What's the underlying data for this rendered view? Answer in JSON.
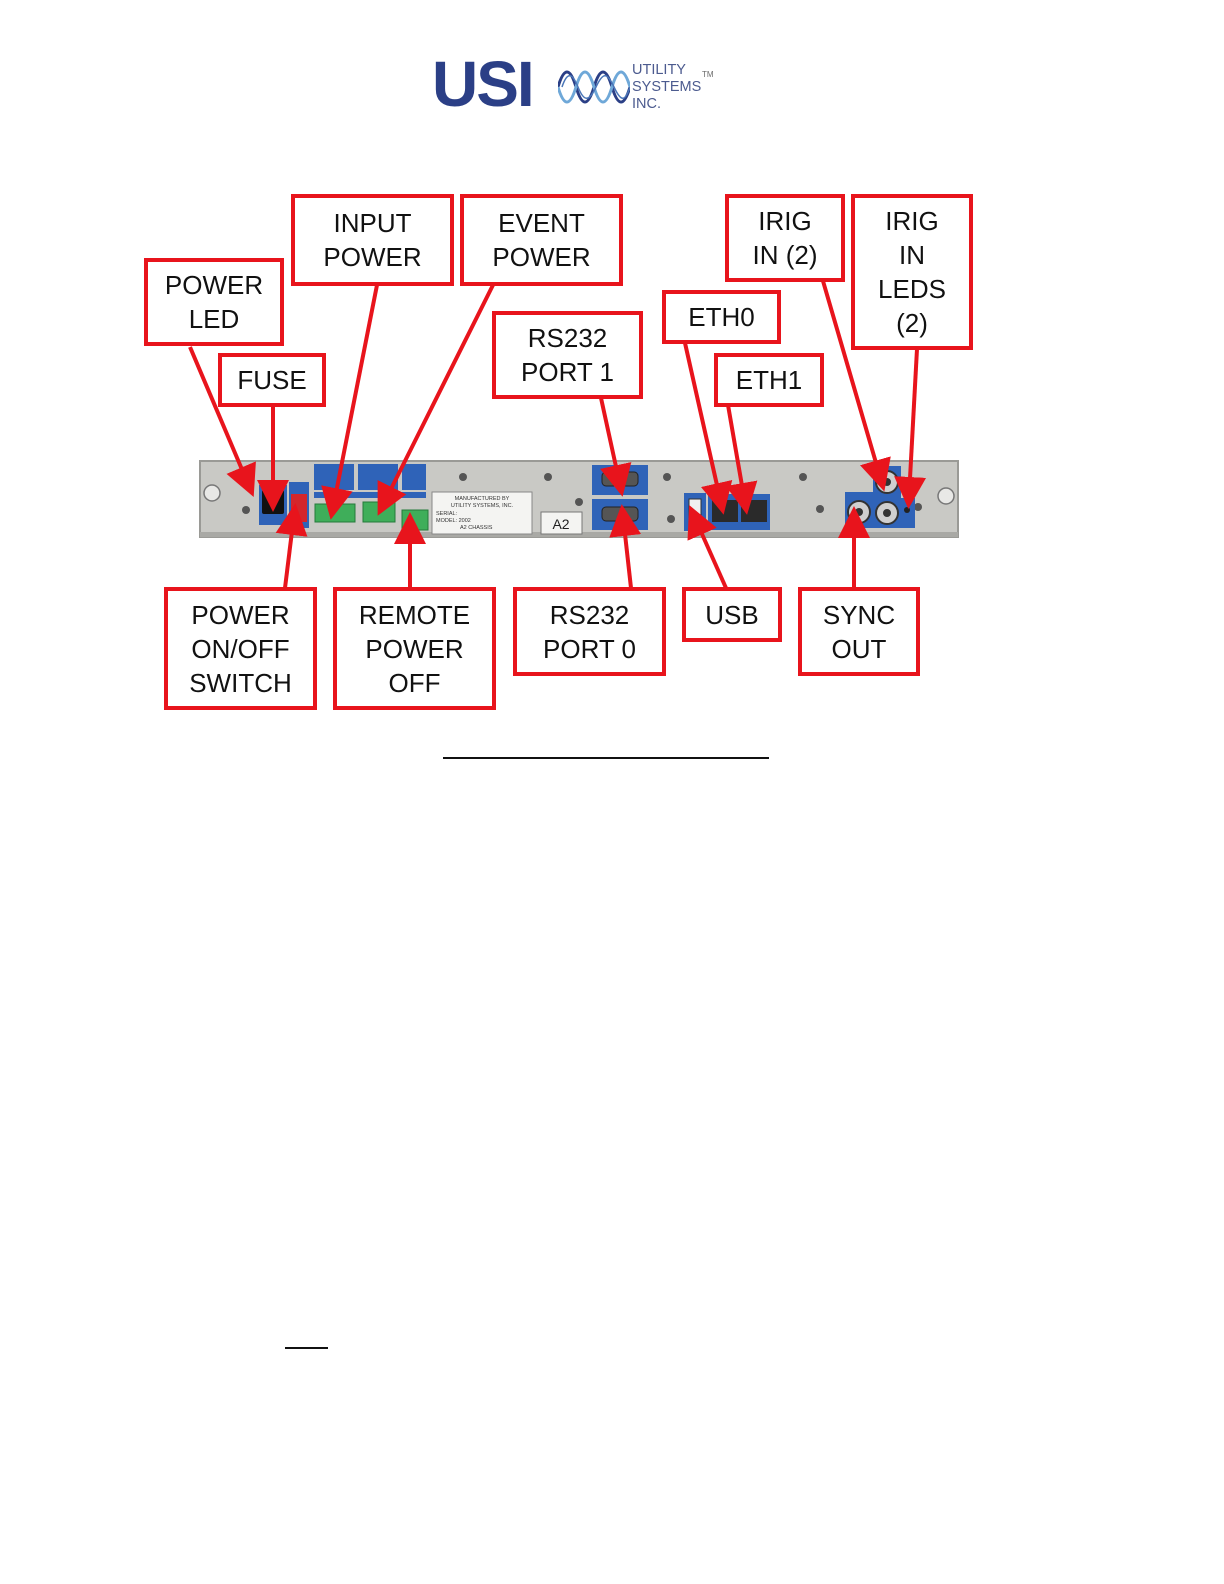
{
  "logo": {
    "brand": "USI",
    "lines": [
      "UTILITY",
      "SYSTEMS",
      "INC."
    ],
    "tm": "TM",
    "brand_color": "#2b3f86",
    "wave_colors": [
      "#2b3f86",
      "#6fa8d8"
    ]
  },
  "labels": {
    "power_led": "POWER\nLED",
    "fuse": "FUSE",
    "input_power": "INPUT\nPOWER",
    "event_power": "EVENT\nPOWER",
    "rs232_port1": "RS232\nPORT 1",
    "eth0": "ETH0",
    "eth1": "ETH1",
    "irig_in": "IRIG\nIN (2)",
    "irig_in_leds": "IRIG\nIN\nLEDS\n(2)",
    "power_switch": "POWER\nON/OFF\nSWITCH",
    "remote_power_off": "REMOTE\nPOWER\nOFF",
    "rs232_port0": "RS232\nPORT 0",
    "usb": "USB",
    "sync_out": "SYNC\nOUT"
  },
  "panel": {
    "model_tag": "A2",
    "nameplate": [
      "MANUFACTURED BY",
      "UTILITY SYSTEMS, INC.",
      "SERIAL:",
      "MODEL: 2002",
      "A2 CHASSIS"
    ],
    "colors": {
      "panel": "#c9c9c5",
      "module": "#2f63b8",
      "connector": "#3fae5a",
      "box": "#e8141c"
    }
  }
}
